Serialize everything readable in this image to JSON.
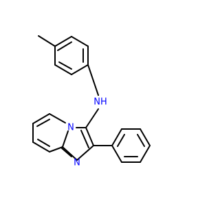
{
  "molecule": {
    "labels": {
      "amine": "NH",
      "bridge_n": "N",
      "imine_n": "N"
    },
    "colors": {
      "bond": "#000000",
      "heteroatom": "#0000ff",
      "background": "#ffffff"
    }
  }
}
